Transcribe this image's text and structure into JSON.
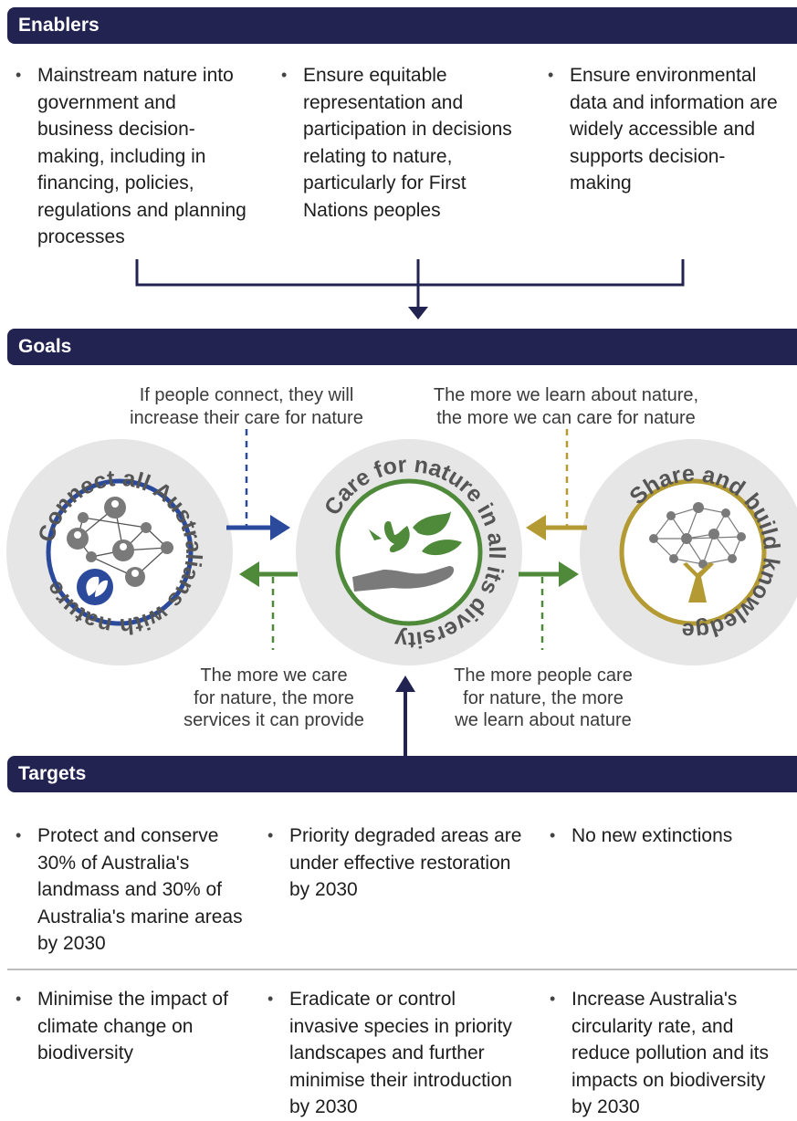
{
  "enablers": {
    "title": "Enablers",
    "items": [
      "Mainstream nature into government and business decision-making, including in financing, policies, regulations and planning processes",
      "Ensure equitable representation and participation in decisions relating to nature, particularly for First Nations peoples",
      "Ensure environmental data and information are widely accessible and supports decision-making"
    ]
  },
  "goals": {
    "title": "Goals",
    "captions": {
      "top_left": [
        "If people connect, they will",
        "increase their care for nature"
      ],
      "top_right": [
        "The more we learn about nature,",
        "the more we can care for nature"
      ],
      "bottom_left": [
        "The more we care",
        "for nature, the more",
        "services it can provide"
      ],
      "bottom_right": [
        "The more people care",
        "for nature, the more",
        "we learn about nature"
      ]
    },
    "circles": {
      "left": "Connect all Australians with nature",
      "center": "Care for nature in all its diversity",
      "right": "Share and build knowledge"
    }
  },
  "targets": {
    "title": "Targets",
    "row1": [
      "Protect and conserve 30% of Australia's landmass and 30% of Australia's marine areas by 2030",
      "Priority degraded areas are under effective restoration by 2030",
      "No new extinctions"
    ],
    "row2": [
      "Minimise the impact of climate change on biodiversity",
      "Eradicate or control invasive species in priority landscapes and further minimise their introduction by 2030",
      "Increase Australia's circularity rate, and reduce pollution and its impacts on biodiversity by 2030"
    ]
  },
  "bullet": "•",
  "colors": {
    "navy": "#232352",
    "blue": "#2b4a9c",
    "green": "#4e8a3a",
    "gold": "#b39a32",
    "circle_bg": "#e6e6e6",
    "ring_text": "#555555"
  }
}
